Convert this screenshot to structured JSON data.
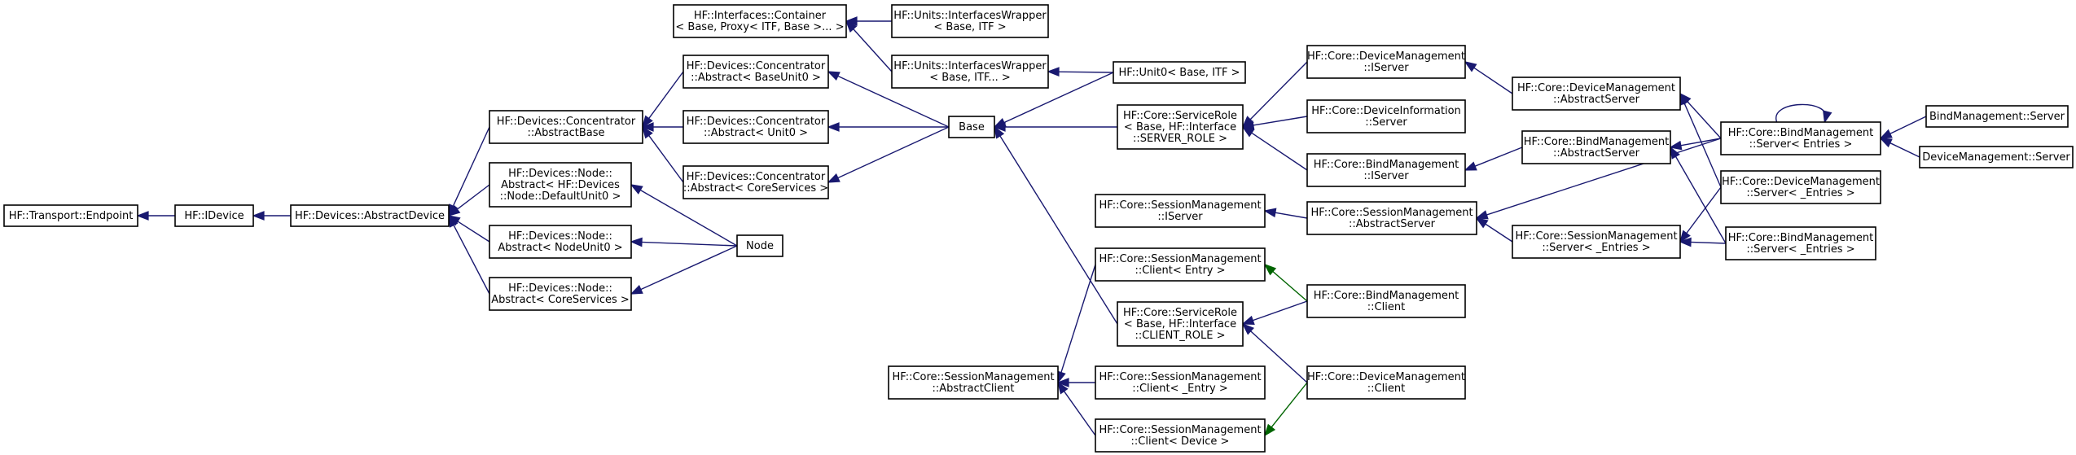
{
  "diagram": {
    "type": "class-inheritance-graph",
    "colors": {
      "inherit": "#191970",
      "template": "#006400",
      "box_stroke": "#000000",
      "text": "#000000"
    },
    "nodes": [
      {
        "id": "endpoint",
        "lines": [
          "HF::Transport::Endpoint"
        ]
      },
      {
        "id": "idevice",
        "lines": [
          "HF::IDevice"
        ]
      },
      {
        "id": "abstract_device",
        "lines": [
          "HF::Devices::AbstractDevice"
        ]
      },
      {
        "id": "conc_abstract_base",
        "lines": [
          "HF::Devices::Concentrator",
          "::AbstractBase"
        ]
      },
      {
        "id": "node_abs_default",
        "lines": [
          "HF::Devices::Node::",
          "Abstract< HF::Devices",
          "::Node::DefaultUnit0 >"
        ]
      },
      {
        "id": "node_abs_nodeunit",
        "lines": [
          "HF::Devices::Node::",
          "Abstract< NodeUnit0 >"
        ]
      },
      {
        "id": "node_abs_core",
        "lines": [
          "HF::Devices::Node::",
          "Abstract< CoreServices >"
        ]
      },
      {
        "id": "conc_abs_baseunit",
        "lines": [
          "HF::Devices::Concentrator",
          "::Abstract< BaseUnit0 >"
        ]
      },
      {
        "id": "conc_abs_unit0",
        "lines": [
          "HF::Devices::Concentrator",
          "::Abstract< Unit0 >"
        ]
      },
      {
        "id": "conc_abs_core",
        "lines": [
          "HF::Devices::Concentrator",
          "::Abstract< CoreServices >"
        ]
      },
      {
        "id": "interfaces_container",
        "lines": [
          "HF::Interfaces::Container",
          "< Base, Proxy< ITF, Base >... >"
        ]
      },
      {
        "id": "units_wrapper_base",
        "lines": [
          "HF::Units::InterfacesWrapper",
          "< Base, ITF >"
        ]
      },
      {
        "id": "units_wrapper_dots",
        "lines": [
          "HF::Units::InterfacesWrapper",
          "< Base, ITF... >"
        ]
      },
      {
        "id": "unit0_base",
        "lines": [
          "HF::Unit0< Base, ITF >"
        ]
      },
      {
        "id": "base",
        "lines": [
          "Base"
        ]
      },
      {
        "id": "node",
        "lines": [
          "Node"
        ]
      },
      {
        "id": "service_role_server",
        "lines": [
          "HF::Core::ServiceRole",
          "< Base, HF::Interface",
          "::SERVER_ROLE >"
        ]
      },
      {
        "id": "service_role_client",
        "lines": [
          "HF::Core::ServiceRole",
          "< Base, HF::Interface",
          "::CLIENT_ROLE >"
        ]
      },
      {
        "id": "devmgmt_iserver",
        "lines": [
          "HF::Core::DeviceManagement",
          "::IServer"
        ]
      },
      {
        "id": "devinfo_server",
        "lines": [
          "HF::Core::DeviceInformation",
          "::Server"
        ]
      },
      {
        "id": "bindmgmt_iserver",
        "lines": [
          "HF::Core::BindManagement",
          "::IServer"
        ]
      },
      {
        "id": "sessmgmt_iserver",
        "lines": [
          "HF::Core::SessionManagement",
          "::IServer"
        ]
      },
      {
        "id": "sessmgmt_abstract_server",
        "lines": [
          "HF::Core::SessionManagement",
          "::AbstractServer"
        ]
      },
      {
        "id": "devmgmt_abstract_server",
        "lines": [
          "HF::Core::DeviceManagement",
          "::AbstractServer"
        ]
      },
      {
        "id": "bindmgmt_abstract_server",
        "lines": [
          "HF::Core::BindManagement",
          "::AbstractServer"
        ]
      },
      {
        "id": "sessmgmt_server_entries",
        "lines": [
          "HF::Core::SessionManagement",
          "::Server< _Entries >"
        ]
      },
      {
        "id": "bindmgmt_server_entries",
        "lines": [
          "HF::Core::BindManagement",
          "::Server< Entries >"
        ]
      },
      {
        "id": "devmgmt_server_entries",
        "lines": [
          "HF::Core::DeviceManagement",
          "::Server< _Entries >"
        ]
      },
      {
        "id": "bindmgmt_server_uentries",
        "lines": [
          "HF::Core::BindManagement",
          "::Server< _Entries >"
        ]
      },
      {
        "id": "bindmanagement_server",
        "lines": [
          "BindManagement::Server"
        ]
      },
      {
        "id": "devicemanagement_server",
        "lines": [
          "DeviceManagement::Server"
        ]
      },
      {
        "id": "sessmgmt_client_entry",
        "lines": [
          "HF::Core::SessionManagement",
          "::Client< Entry >"
        ]
      },
      {
        "id": "bindmgmt_client",
        "lines": [
          "HF::Core::BindManagement",
          "::Client"
        ]
      },
      {
        "id": "sessmgmt_abstract_client",
        "lines": [
          "HF::Core::SessionManagement",
          "::AbstractClient"
        ]
      },
      {
        "id": "sessmgmt_client_uentry",
        "lines": [
          "HF::Core::SessionManagement",
          "::Client< _Entry >"
        ]
      },
      {
        "id": "devmgmt_client",
        "lines": [
          "HF::Core::DeviceManagement",
          "::Client"
        ]
      },
      {
        "id": "sessmgmt_client_device",
        "lines": [
          "HF::Core::SessionManagement",
          "::Client< Device >"
        ]
      }
    ],
    "edges": [
      {
        "from": "idevice",
        "to": "endpoint",
        "kind": "inherit"
      },
      {
        "from": "abstract_device",
        "to": "idevice",
        "kind": "inherit"
      },
      {
        "from": "conc_abstract_base",
        "to": "abstract_device",
        "kind": "inherit"
      },
      {
        "from": "node_abs_default",
        "to": "abstract_device",
        "kind": "inherit"
      },
      {
        "from": "node_abs_nodeunit",
        "to": "abstract_device",
        "kind": "inherit"
      },
      {
        "from": "node_abs_core",
        "to": "abstract_device",
        "kind": "inherit"
      },
      {
        "from": "conc_abs_baseunit",
        "to": "conc_abstract_base",
        "kind": "inherit"
      },
      {
        "from": "conc_abs_unit0",
        "to": "conc_abstract_base",
        "kind": "inherit"
      },
      {
        "from": "conc_abs_core",
        "to": "conc_abstract_base",
        "kind": "inherit"
      },
      {
        "from": "node",
        "to": "node_abs_default",
        "kind": "inherit"
      },
      {
        "from": "node",
        "to": "node_abs_nodeunit",
        "kind": "inherit"
      },
      {
        "from": "node",
        "to": "node_abs_core",
        "kind": "inherit"
      },
      {
        "from": "base",
        "to": "conc_abs_baseunit",
        "kind": "inherit"
      },
      {
        "from": "base",
        "to": "conc_abs_unit0",
        "kind": "inherit"
      },
      {
        "from": "base",
        "to": "conc_abs_core",
        "kind": "inherit"
      },
      {
        "from": "units_wrapper_base",
        "to": "interfaces_container",
        "kind": "inherit"
      },
      {
        "from": "units_wrapper_dots",
        "to": "interfaces_container",
        "kind": "inherit"
      },
      {
        "from": "unit0_base",
        "to": "units_wrapper_dots",
        "kind": "inherit"
      },
      {
        "from": "unit0_base",
        "to": "base",
        "kind": "inherit"
      },
      {
        "from": "service_role_server",
        "to": "base",
        "kind": "inherit"
      },
      {
        "from": "service_role_client",
        "to": "base",
        "kind": "inherit"
      },
      {
        "from": "devmgmt_iserver",
        "to": "service_role_server",
        "kind": "inherit"
      },
      {
        "from": "devinfo_server",
        "to": "service_role_server",
        "kind": "inherit"
      },
      {
        "from": "bindmgmt_iserver",
        "to": "service_role_server",
        "kind": "inherit"
      },
      {
        "from": "devmgmt_abstract_server",
        "to": "devmgmt_iserver",
        "kind": "inherit"
      },
      {
        "from": "bindmgmt_abstract_server",
        "to": "bindmgmt_iserver",
        "kind": "inherit"
      },
      {
        "from": "sessmgmt_abstract_server",
        "to": "sessmgmt_iserver",
        "kind": "inherit"
      },
      {
        "from": "sessmgmt_server_entries",
        "to": "sessmgmt_abstract_server",
        "kind": "inherit"
      },
      {
        "from": "bindmgmt_server_entries",
        "to": "sessmgmt_abstract_server",
        "kind": "inherit"
      },
      {
        "from": "bindmgmt_server_entries",
        "to": "devmgmt_abstract_server",
        "kind": "inherit"
      },
      {
        "from": "bindmgmt_server_entries",
        "to": "bindmgmt_abstract_server",
        "kind": "inherit"
      },
      {
        "from": "bindmgmt_server_entries",
        "to": "bindmgmt_server_entries",
        "kind": "inherit"
      },
      {
        "from": "devmgmt_server_entries",
        "to": "devmgmt_abstract_server",
        "kind": "inherit"
      },
      {
        "from": "devmgmt_server_entries",
        "to": "sessmgmt_server_entries",
        "kind": "inherit"
      },
      {
        "from": "bindmgmt_server_uentries",
        "to": "bindmgmt_abstract_server",
        "kind": "inherit"
      },
      {
        "from": "bindmgmt_server_uentries",
        "to": "sessmgmt_server_entries",
        "kind": "inherit"
      },
      {
        "from": "bindmanagement_server",
        "to": "bindmgmt_server_entries",
        "kind": "inherit"
      },
      {
        "from": "devicemanagement_server",
        "to": "bindmgmt_server_entries",
        "kind": "inherit"
      },
      {
        "from": "sessmgmt_client_entry",
        "to": "sessmgmt_abstract_client",
        "kind": "inherit"
      },
      {
        "from": "sessmgmt_client_uentry",
        "to": "sessmgmt_abstract_client",
        "kind": "inherit"
      },
      {
        "from": "sessmgmt_client_device",
        "to": "sessmgmt_abstract_client",
        "kind": "inherit"
      },
      {
        "from": "bindmgmt_client",
        "to": "sessmgmt_client_entry",
        "kind": "template"
      },
      {
        "from": "bindmgmt_client",
        "to": "service_role_client",
        "kind": "inherit"
      },
      {
        "from": "devmgmt_client",
        "to": "service_role_client",
        "kind": "inherit"
      },
      {
        "from": "devmgmt_client",
        "to": "sessmgmt_client_device",
        "kind": "template"
      }
    ]
  }
}
